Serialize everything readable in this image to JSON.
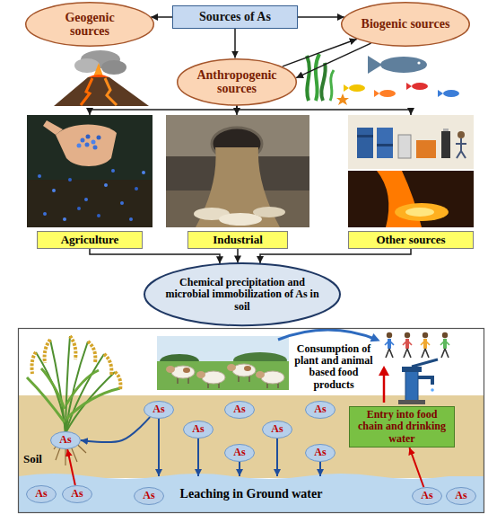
{
  "diagram": {
    "nodes": [
      {
        "text": [
          "Sources of As"
        ]
      },
      {
        "text": [
          "Geogenic sources"
        ]
      },
      {
        "text": [
          "Biogenic sources"
        ]
      },
      {
        "text": [
          "Anthropogenic sources"
        ]
      },
      {
        "text": [
          "Agriculture"
        ]
      },
      {
        "text": [
          "Industrial"
        ]
      },
      {
        "text": [
          "Other sources"
        ]
      },
      {
        "text": [
          "Chemical precipitation and microbial immobilization of As in soil"
        ]
      },
      {
        "text": [
          "As"
        ]
      },
      {
        "text": [
          "As"
        ]
      },
      {
        "text": [
          "As"
        ]
      },
      {
        "text": [
          "Entry into food chain and drinking water"
        ]
      },
      {
        "text": [
          "As"
        ]
      },
      {
        "text": [
          "As"
        ]
      },
      {
        "text": [
          "As"
        ]
      },
      {
        "text": [
          "As"
        ]
      },
      {
        "text": [
          "As"
        ]
      },
      {
        "text": [
          "Leaching in Ground water"
        ]
      },
      {
        "text": [
          "As"
        ],
        "in": 17
      },
      {
        "text": [
          "As"
        ],
        "in": 17
      },
      {
        "text": [
          "As"
        ],
        "in": 17
      },
      {
        "text": [
          "As"
        ],
        "in": 17
      },
      {
        "text": [
          "As"
        ],
        "in": 17
      }
    ],
    "edges": [
      {
        "from": 0,
        "to": 1,
        "arrow": "to"
      },
      {
        "from": 0,
        "to": 2,
        "arrow": "to"
      },
      {
        "from": 0,
        "to": 3,
        "arrow": "to"
      },
      {
        "from": 3,
        "to": 2,
        "arrow": "to"
      },
      {
        "from": 2,
        "to": 3,
        "arrow": "to"
      },
      {
        "from": 3,
        "to": 4,
        "arrow": "to"
      },
      {
        "from": 3,
        "to": 5,
        "arrow": "to"
      },
      {
        "from": 3,
        "to": 6,
        "arrow": "to"
      },
      {
        "from": 4,
        "to": 7,
        "arrow": "to"
      },
      {
        "from": 5,
        "to": 7,
        "arrow": "to"
      },
      {
        "from": 6,
        "to": 7,
        "arrow": "to"
      },
      {
        "from": 8,
        "to": 14,
        "arrow": "to"
      },
      {
        "from": 8,
        "to": 17,
        "arrow": "to"
      },
      {
        "from": 12,
        "to": 17,
        "arrow": "to"
      },
      {
        "from": 15,
        "to": 17,
        "arrow": "to"
      },
      {
        "from": 13,
        "to": 17,
        "arrow": "to"
      },
      {
        "from": 16,
        "to": 17,
        "arrow": "to"
      },
      {
        "from": 19,
        "to": 14,
        "arrow": "to"
      },
      {
        "from": 21,
        "to": 11,
        "arrow": "to"
      }
    ],
    "labels": [
      "Consumption of plant and animal based food products",
      "Soil"
    ]
  }
}
